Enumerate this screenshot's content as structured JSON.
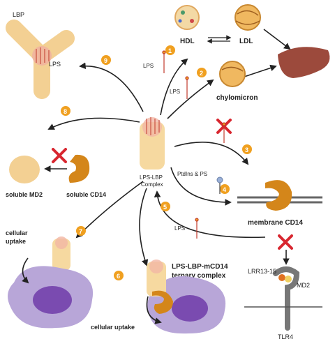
{
  "labels": {
    "lbp": "LBP",
    "lps_top": "LPS",
    "lps_1": "LPS",
    "lps_2": "LPS",
    "lps_5": "LPS",
    "hdl": "HDL",
    "ldl": "LDL",
    "chylomicron": "chylomicron",
    "complex_line1": "LPS-LBP",
    "complex_line2": "Complex",
    "soluble_md2": "soluble MD2",
    "soluble_cd14": "soluble CD14",
    "ptdins": "PtdIns & PS",
    "membrane_cd14": "membrane CD14",
    "cellular_uptake_line1": "cellular",
    "cellular_uptake_line2": "uptake",
    "ternary_line1": "LPS-LBP-mCD14",
    "ternary_line2": "ternary complex",
    "cellular_uptake_bottom": "cellular uptake",
    "lrr": "LRR13-15",
    "md2": "MD2",
    "tlr4": "TLR4"
  },
  "steps": [
    "1",
    "2",
    "3",
    "4",
    "5",
    "6",
    "7",
    "8",
    "9"
  ],
  "colors": {
    "step_badge": "#f0a020",
    "lbp_body": "#f6d9a0",
    "cd14": "#d4861a",
    "cell": "#b8a6d8",
    "nucleus": "#7a4bb0",
    "liver": "#9c4a3c",
    "lipoprotein": "#f0b860",
    "inhibit_x": "#d8262f",
    "tlr4": "#777777"
  }
}
